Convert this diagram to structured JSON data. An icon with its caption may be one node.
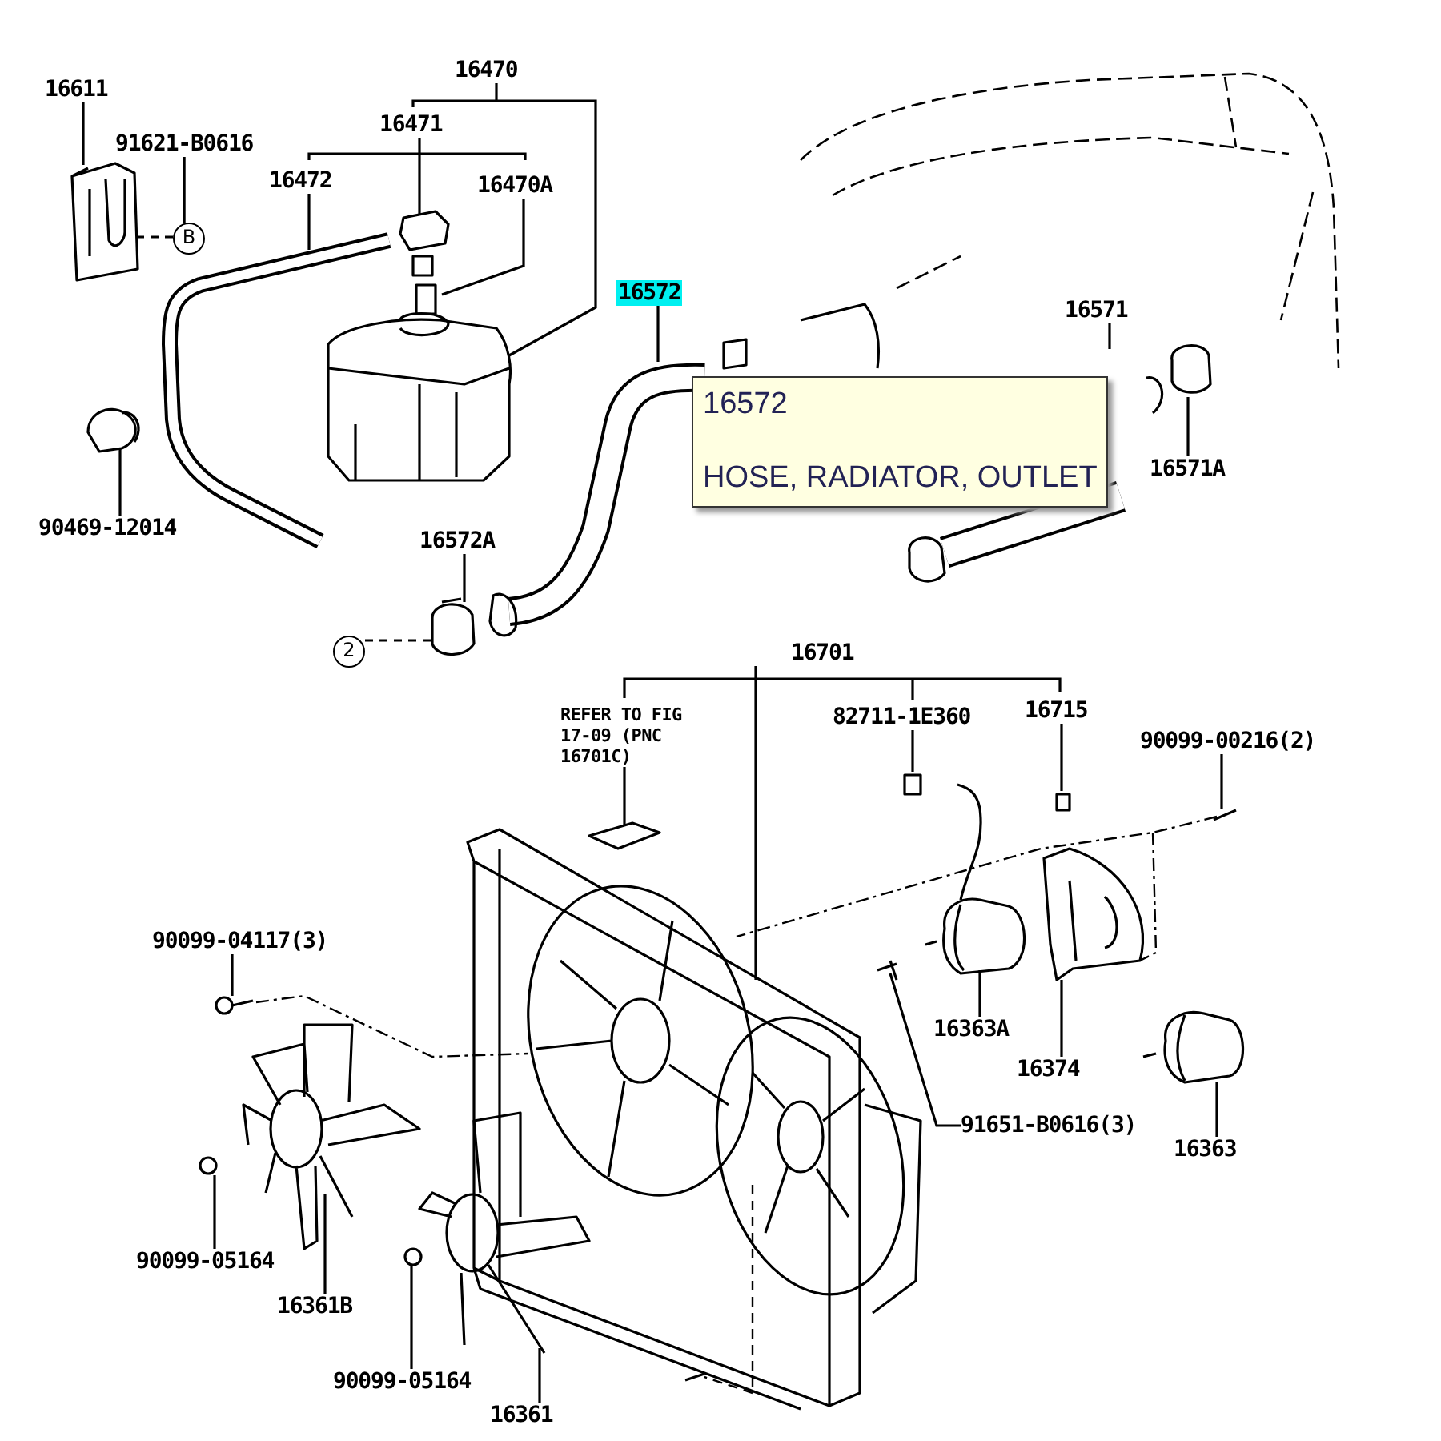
{
  "diagram": {
    "nodes": [
      {
        "text": [
          "16611"
        ]
      },
      {
        "text": [
          "91621-B0616"
        ]
      },
      {
        "text": [
          "16470"
        ]
      },
      {
        "text": [
          "16471"
        ]
      },
      {
        "text": [
          "16472"
        ]
      },
      {
        "text": [
          "16470A"
        ]
      },
      {
        "text": [
          "16572"
        ]
      },
      {
        "text": [
          "16572",
          "HOSE, RADIATOR, OUTLET"
        ]
      },
      {
        "text": [
          "16571"
        ]
      },
      {
        "text": [
          "16571A"
        ]
      },
      {
        "text": [
          "90469-12014"
        ]
      },
      {
        "text": [
          "16572A"
        ]
      },
      {
        "text": [
          "2"
        ]
      },
      {
        "text": [
          "B"
        ]
      },
      {
        "text": [
          "16701"
        ]
      },
      {
        "text": [
          "REFER TO FIG 17-09 (PNC 16701C)"
        ]
      },
      {
        "text": [
          "82711-1E360"
        ]
      },
      {
        "text": [
          "16715"
        ]
      },
      {
        "text": [
          "90099-00216(2)"
        ]
      },
      {
        "text": [
          "90099-04117(3)"
        ]
      },
      {
        "text": [
          "16363A"
        ]
      },
      {
        "text": [
          "16374"
        ]
      },
      {
        "text": [
          "91651-B0616(3)"
        ]
      },
      {
        "text": [
          "16363"
        ]
      },
      {
        "text": [
          "90099-05164"
        ]
      },
      {
        "text": [
          "16361B"
        ]
      },
      {
        "text": [
          "90099-05164"
        ]
      },
      {
        "text": [
          "16361"
        ]
      }
    ],
    "edges": [
      {
        "from": 0,
        "to": null,
        "arrow": "none"
      },
      {
        "from": 1,
        "to": 13,
        "arrow": "none"
      },
      {
        "from": 13,
        "to": null,
        "arrow": "none",
        "style": "dashed"
      },
      {
        "from": 2,
        "to": null,
        "arrow": "none"
      },
      {
        "from": 3,
        "to": null,
        "arrow": "none"
      },
      {
        "from": 4,
        "to": null,
        "arrow": "none"
      },
      {
        "from": 5,
        "to": null,
        "arrow": "none"
      },
      {
        "from": 6,
        "to": null,
        "arrow": "none"
      },
      {
        "from": 8,
        "to": null,
        "arrow": "none"
      },
      {
        "from": 9,
        "to": null,
        "arrow": "none"
      },
      {
        "from": 10,
        "to": null,
        "arrow": "none"
      },
      {
        "from": 11,
        "to": null,
        "arrow": "none"
      },
      {
        "from": 12,
        "to": null,
        "arrow": "none",
        "style": "dashed"
      },
      {
        "from": 14,
        "to": null,
        "arrow": "none"
      },
      {
        "from": 15,
        "to": null,
        "arrow": "none"
      },
      {
        "from": 16,
        "to": null,
        "arrow": "none"
      },
      {
        "from": 17,
        "to": null,
        "arrow": "none"
      },
      {
        "from": 18,
        "to": null,
        "arrow": "none"
      },
      {
        "from": 19,
        "to": null,
        "arrow": "none"
      },
      {
        "from": 20,
        "to": null,
        "arrow": "none"
      },
      {
        "from": 21,
        "to": null,
        "arrow": "none"
      },
      {
        "from": 22,
        "to": null,
        "arrow": "none"
      },
      {
        "from": 23,
        "to": null,
        "arrow": "none"
      },
      {
        "from": 24,
        "to": null,
        "arrow": "none"
      },
      {
        "from": 25,
        "to": null,
        "arrow": "none"
      },
      {
        "from": 26,
        "to": null,
        "arrow": "none"
      },
      {
        "from": 27,
        "to": null,
        "arrow": "none"
      }
    ]
  }
}
